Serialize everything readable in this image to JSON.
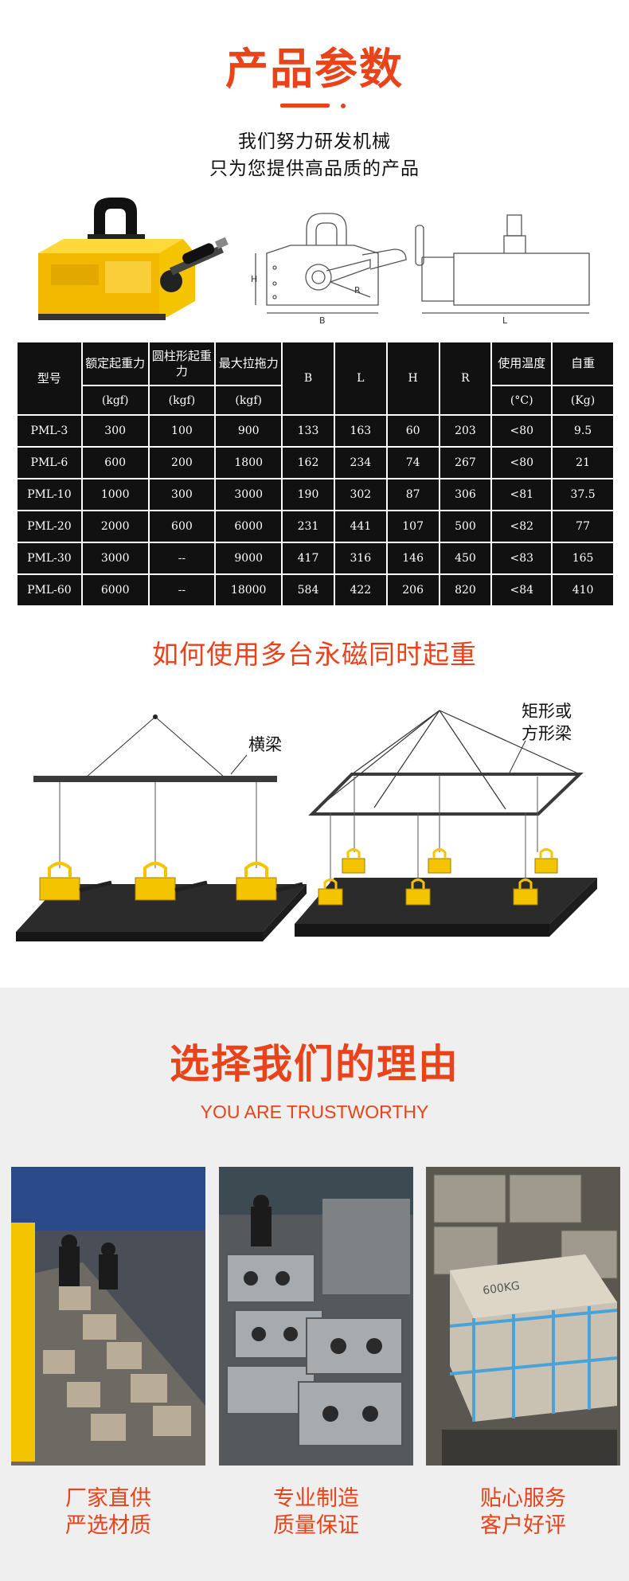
{
  "header": {
    "title": "产品参数",
    "subtitle_line1": "我们努力研发机械",
    "subtitle_line2": "只为您提供高品质的产品"
  },
  "drawing_labels": {
    "h": "H",
    "b": "B",
    "r": "R",
    "l": "L"
  },
  "table": {
    "headers": {
      "model": "型号",
      "rated": "额定起重力",
      "cylinder": "圆柱形起重力",
      "max_pull": "最大拉拖力",
      "b": "B",
      "l": "L",
      "h": "H",
      "r": "R",
      "temp": "使用温度",
      "weight": "自重"
    },
    "units": {
      "rated": "(kgf)",
      "cylinder": "(kgf)",
      "max_pull": "(kgf)",
      "temp": "(°C)",
      "weight": "(Kg)"
    },
    "rows": [
      [
        "PML-3",
        "300",
        "100",
        "900",
        "133",
        "163",
        "60",
        "203",
        "<80",
        "9.5"
      ],
      [
        "PML-6",
        "600",
        "200",
        "1800",
        "162",
        "234",
        "74",
        "267",
        "<80",
        "21"
      ],
      [
        "PML-10",
        "1000",
        "300",
        "3000",
        "190",
        "302",
        "87",
        "306",
        "<81",
        "37.5"
      ],
      [
        "PML-20",
        "2000",
        "600",
        "6000",
        "231",
        "441",
        "107",
        "500",
        "<82",
        "77"
      ],
      [
        "PML-30",
        "3000",
        "--",
        "9000",
        "417",
        "316",
        "146",
        "450",
        "<83",
        "165"
      ],
      [
        "PML-60",
        "6000",
        "--",
        "18000",
        "584",
        "422",
        "206",
        "820",
        "<84",
        "410"
      ]
    ]
  },
  "usage": {
    "title": "如何使用多台永磁同时起重",
    "label_beam": "横梁",
    "label_frame_line1": "矩形或",
    "label_frame_line2": "方形梁"
  },
  "reasons": {
    "title": "选择我们的理由",
    "subtitle": "YOU ARE TRUSTWORTHY",
    "captions": [
      [
        "厂家直供",
        "严选材质"
      ],
      [
        "专业制造",
        "质量保证"
      ],
      [
        "贴心服务",
        "客户好评"
      ]
    ],
    "box_label": "600KG"
  },
  "colors": {
    "accent": "#e8431a",
    "table_bg": "#111111",
    "product_yellow": "#f5c400"
  }
}
